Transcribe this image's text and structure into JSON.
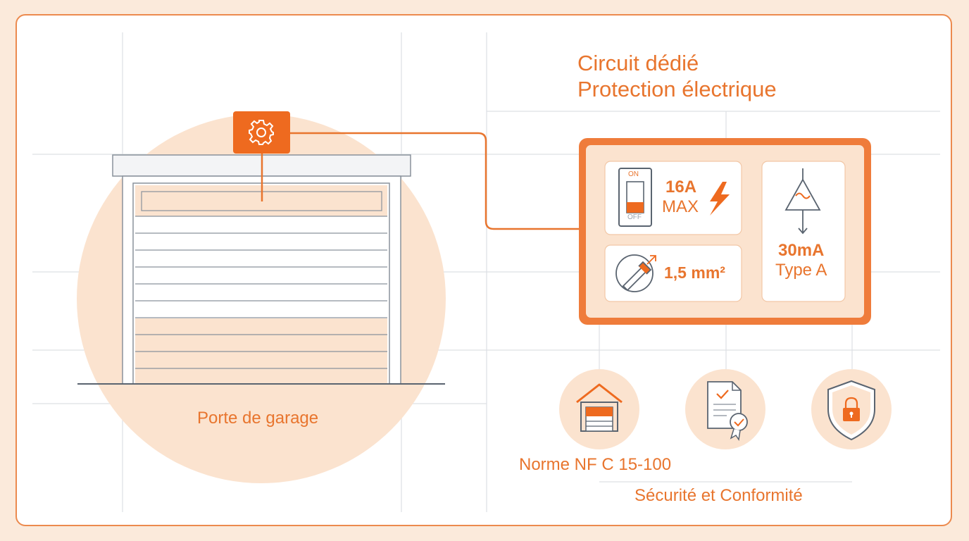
{
  "title": {
    "line1": "Circuit dédié",
    "line2": "Protection électrique"
  },
  "door": {
    "label": "Porte de garage"
  },
  "panel": {
    "breaker": {
      "on": "ON",
      "off": "OFF",
      "amps": "16A",
      "max": "MAX"
    },
    "cable": {
      "section": "1,5 mm²"
    },
    "differential": {
      "sensitivity": "30mA",
      "type": "Type A"
    }
  },
  "footer": {
    "norme": "Norme NF C 15-100",
    "securite": "Sécurité et Conformité"
  },
  "icons": [
    "gear-icon",
    "switch-icon",
    "lightning-icon",
    "cable-icon",
    "differential-icon",
    "house-garage-icon",
    "certificate-icon",
    "shield-lock-icon"
  ],
  "colors": {
    "accent": "#e8752e",
    "background": "#fbeadb",
    "grid": "#dadde2",
    "door_fill": "#fbe3cf",
    "text_gray": "#5a6470"
  }
}
